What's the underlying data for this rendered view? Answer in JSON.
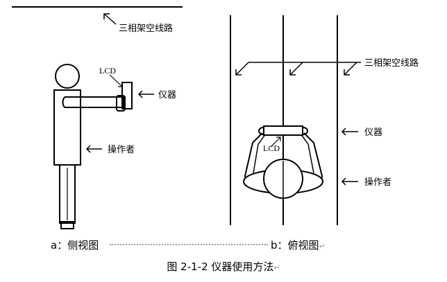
{
  "diagram": {
    "side_view": {
      "overhead_line_label": "三相架空线路",
      "lcd_label": "LCD",
      "instrument_label": "仪器",
      "operator_label": "操作者"
    },
    "top_view": {
      "overhead_line_label": "三相架空线路",
      "lcd_label": "LCD",
      "instrument_label": "仪器",
      "operator_label": "操作者"
    }
  },
  "labels": {
    "side_view": "a：侧视图",
    "top_view": "b：俯视图",
    "para_mark": "↵"
  },
  "caption": {
    "text": "图 2-1-2 仪器使用方法",
    "para_mark": "↵"
  }
}
